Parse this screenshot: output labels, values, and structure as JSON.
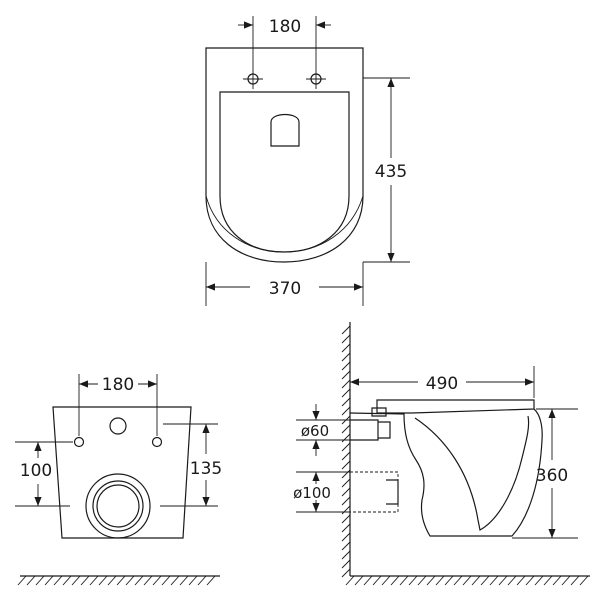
{
  "drawing": {
    "top_view": {
      "width_label": "370",
      "depth_label": "435",
      "fixing_spacing_label": "180"
    },
    "rear_view": {
      "fixing_spacing_label": "180",
      "fixing_height_label": "100",
      "waste_height_label": "135"
    },
    "side_view": {
      "length_label": "490",
      "height_label": "360",
      "inlet_diameter_label": "ø60",
      "outlet_diameter_label": "ø100"
    }
  }
}
